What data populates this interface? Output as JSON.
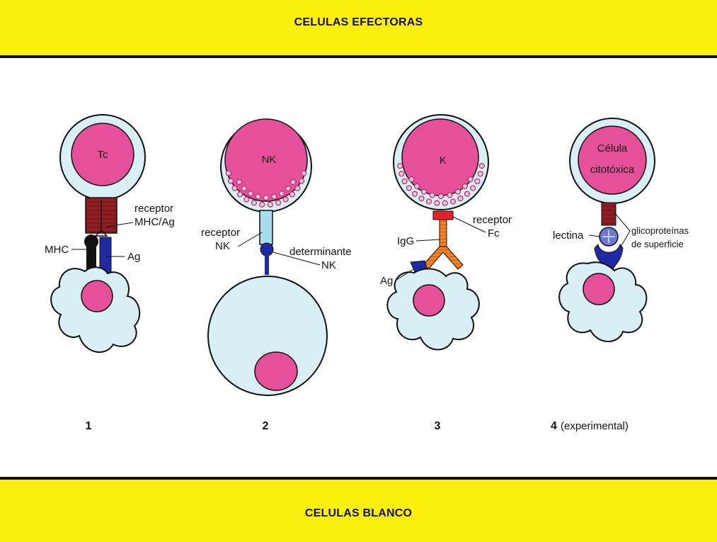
{
  "header": {
    "title": "CELULAS EFECTORAS"
  },
  "footer": {
    "title": "CELULAS BLANCO"
  },
  "panels": [
    {
      "number": "1",
      "cell_label": "Tc",
      "labels": {
        "receptor_line1": "receptor",
        "receptor_line2": "MHC/Ag",
        "mhc": "MHC",
        "ag": "Ag"
      }
    },
    {
      "number": "2",
      "cell_label": "NK",
      "labels": {
        "receptor_line1": "receptor",
        "receptor_line2": "NK",
        "determinant_line1": "determinante",
        "determinant_line2": "NK"
      }
    },
    {
      "number": "3",
      "cell_label": "K",
      "labels": {
        "receptor_line1": "receptor",
        "receptor_line2": "Fc",
        "igg": "IgG",
        "ag": "Ag"
      }
    },
    {
      "number": "4",
      "number_note": "(experimental)",
      "cell_label_line1": "Célula",
      "cell_label_line2": "citotóxica",
      "labels": {
        "lectin": "lectina",
        "glyco_line1": "glicoproteínas",
        "glyco_line2": "de superficie"
      }
    }
  ],
  "colors": {
    "band": "#fcf00f",
    "cytoplasm": "#d8f0f5",
    "nucleus": "#e6509b",
    "maroon": "#8e1f24",
    "blue": "#1f2aa6",
    "orange": "#f58220",
    "red": "#e8202a",
    "light_blue": "#a8dcf0"
  }
}
